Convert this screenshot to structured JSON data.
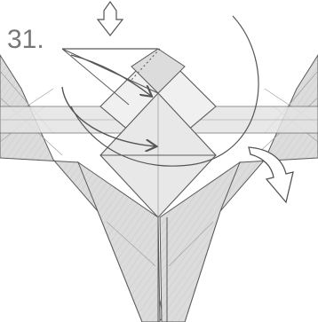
{
  "diagram": {
    "step_number": "31.",
    "colors": {
      "paper": "#d9d9d9",
      "paper_dark": "#c4c4c4",
      "paper_light": "#ebebeb",
      "line": "#5a5a5a",
      "crease": "#9a9a9a",
      "arrow": "#555555",
      "text": "#777777"
    },
    "symbols": [
      "push-arrow-icon",
      "fold-arrow-icon",
      "valley-fold-arrow-icon",
      "mountain-fold-dotted-line",
      "turn-over-arrow-icon",
      "rotation-arc"
    ]
  }
}
